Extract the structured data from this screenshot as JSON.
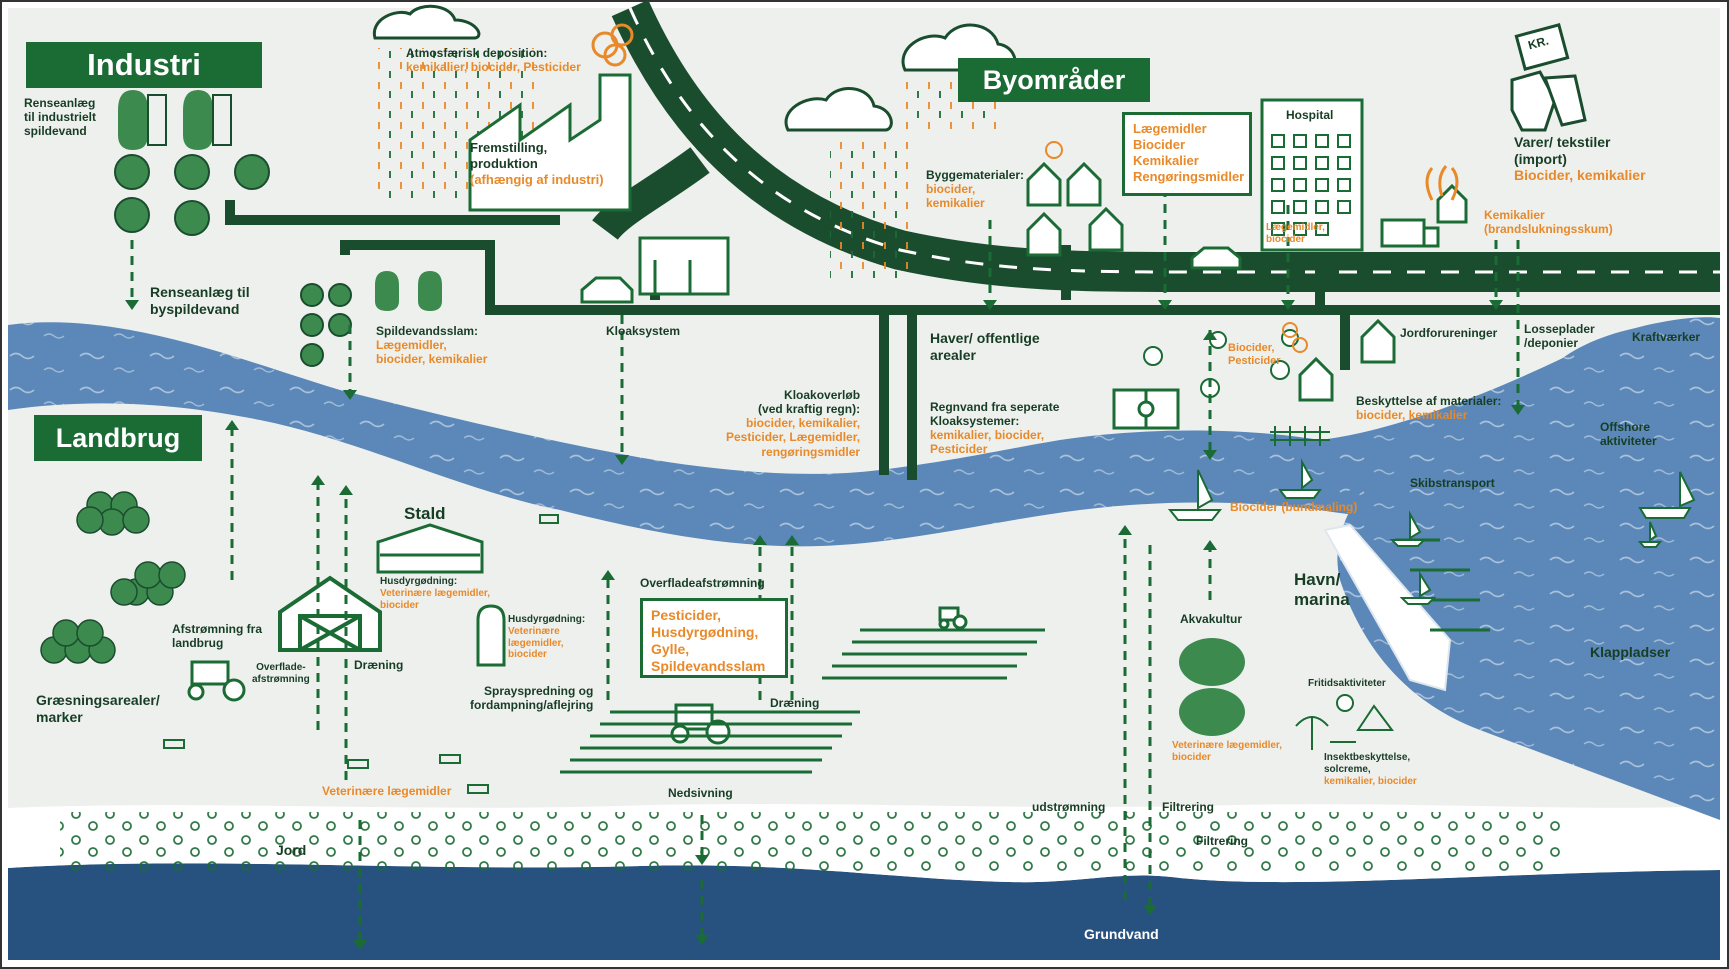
{
  "sections": {
    "industri": "Industri",
    "byomraader": "Byområder",
    "landbrug": "Landbrug"
  },
  "industry": {
    "renseanlaeg_industri": [
      "Renseanlæg",
      "til industrielt",
      "spildevand"
    ],
    "atmosfaerisk": {
      "title": "Atmosfærisk deposition:",
      "items": "kemikalier, biocider, Pesticider"
    },
    "fremstilling": {
      "title": [
        "Fremstilling,",
        "produktion"
      ],
      "note": "(afhængig af industri)"
    },
    "renseanlaeg_by": [
      "Renseanlæg til",
      "byspildevand"
    ],
    "spildevandsslam": {
      "title": "Spildevandsslam:",
      "items": [
        "Lægemidler,",
        "biocider, kemikalier"
      ]
    },
    "kloaksystem": "Kloaksystem"
  },
  "city": {
    "byggematerialer": {
      "title": "Byggematerialer:",
      "items": [
        "biocider,",
        "kemikalier"
      ]
    },
    "callout_items": [
      "Lægemidler",
      "Biocider",
      "Kemikalier",
      "Rengøringsmidler"
    ],
    "hospital": {
      "title": "Hospital",
      "items": [
        "Lægemidler,",
        "biocider"
      ]
    },
    "varer": {
      "badge": "KR.",
      "title": [
        "Varer/ tekstiler",
        "(import)"
      ],
      "items": "Biocider, kemikalier"
    },
    "kemikalier_brand": {
      "title": "Kemikalier",
      "note": "(brandslukningsskum)"
    },
    "haver": [
      "Haver/ offentlige",
      "arealer"
    ],
    "biocider_pesticider": [
      "Biocider,",
      "Pesticider"
    ],
    "jordforureninger": "Jordforureninger",
    "losseplader": [
      "Losseplader",
      "/deponier"
    ],
    "kraftvaerker": "Kraftværker",
    "kloakoverloeb": {
      "title": [
        "Kloakoverløb",
        "(ved kraftig regn):"
      ],
      "items": [
        "biocider, kemikalier,",
        "Pesticider, Lægemidler,",
        "rengøringsmidler"
      ]
    },
    "regnvand": {
      "title": [
        "Regnvand fra seperate",
        "Kloaksystemer:"
      ],
      "items": [
        "kemikalier, biocider,",
        "Pesticider"
      ]
    },
    "beskyttelse": {
      "title": "Beskyttelse af materialer:",
      "items": "biocider, kemikalier"
    }
  },
  "sea": {
    "offshore": [
      "Offshore",
      "aktiviteter"
    ],
    "skibstransport": "Skibstransport",
    "bundmaling": "Biocider (bundmaling)",
    "havn": [
      "Havn/",
      "marina"
    ],
    "klappladser": "Klappladser",
    "akvakultur": "Akvakultur",
    "akvakultur_items": [
      "Veterinære lægemidler,",
      "biocider"
    ],
    "fritid": "Fritidsaktiviteter",
    "fritid_items": {
      "title": [
        "Insektbeskyttelse,",
        "solcreme,"
      ],
      "orange": "kemikalier, biocider"
    }
  },
  "agriculture": {
    "stald": "Stald",
    "husdyr_stald": {
      "title": "Husdyrgødning:",
      "items": [
        "Veterinære lægemidler,",
        "biocider"
      ]
    },
    "husdyr_silo": {
      "title": "Husdyrgødning:",
      "items": [
        "Veterinære",
        "lægemidler,",
        "biocider"
      ]
    },
    "afstroemning": [
      "Afstrømning fra",
      "landbrug"
    ],
    "overflade_afstroemning": [
      "Overflade-",
      "afstrømning"
    ],
    "draening": "Dræning",
    "graesning": [
      "Græsningsarealer/",
      "marker"
    ],
    "vet_laegemidler": "Veterinære lægemidler",
    "overfladeafstroemning": "Overfladeafstrømning",
    "callout_items": [
      "Pesticider,",
      "Husdyrgødning,",
      "Gylle,",
      "Spildevandsslam"
    ],
    "spray": [
      "Sprayspredning og",
      "fordampning/aflejring"
    ],
    "draening2": "Dræning",
    "nedsivning": "Nedsivning"
  },
  "ground": {
    "jord": "Jord",
    "udstroemning": "udstrømning",
    "filtrering1": "Filtrering",
    "filtrering2": "Filtrering",
    "grundvand": "Grundvand"
  },
  "colors": {
    "dark_green": "#1a4d2e",
    "green": "#1a6b34",
    "orange": "#e8892a",
    "river": "#5b88b8",
    "groundwater": "#27527f",
    "background": "#eef0ee"
  }
}
